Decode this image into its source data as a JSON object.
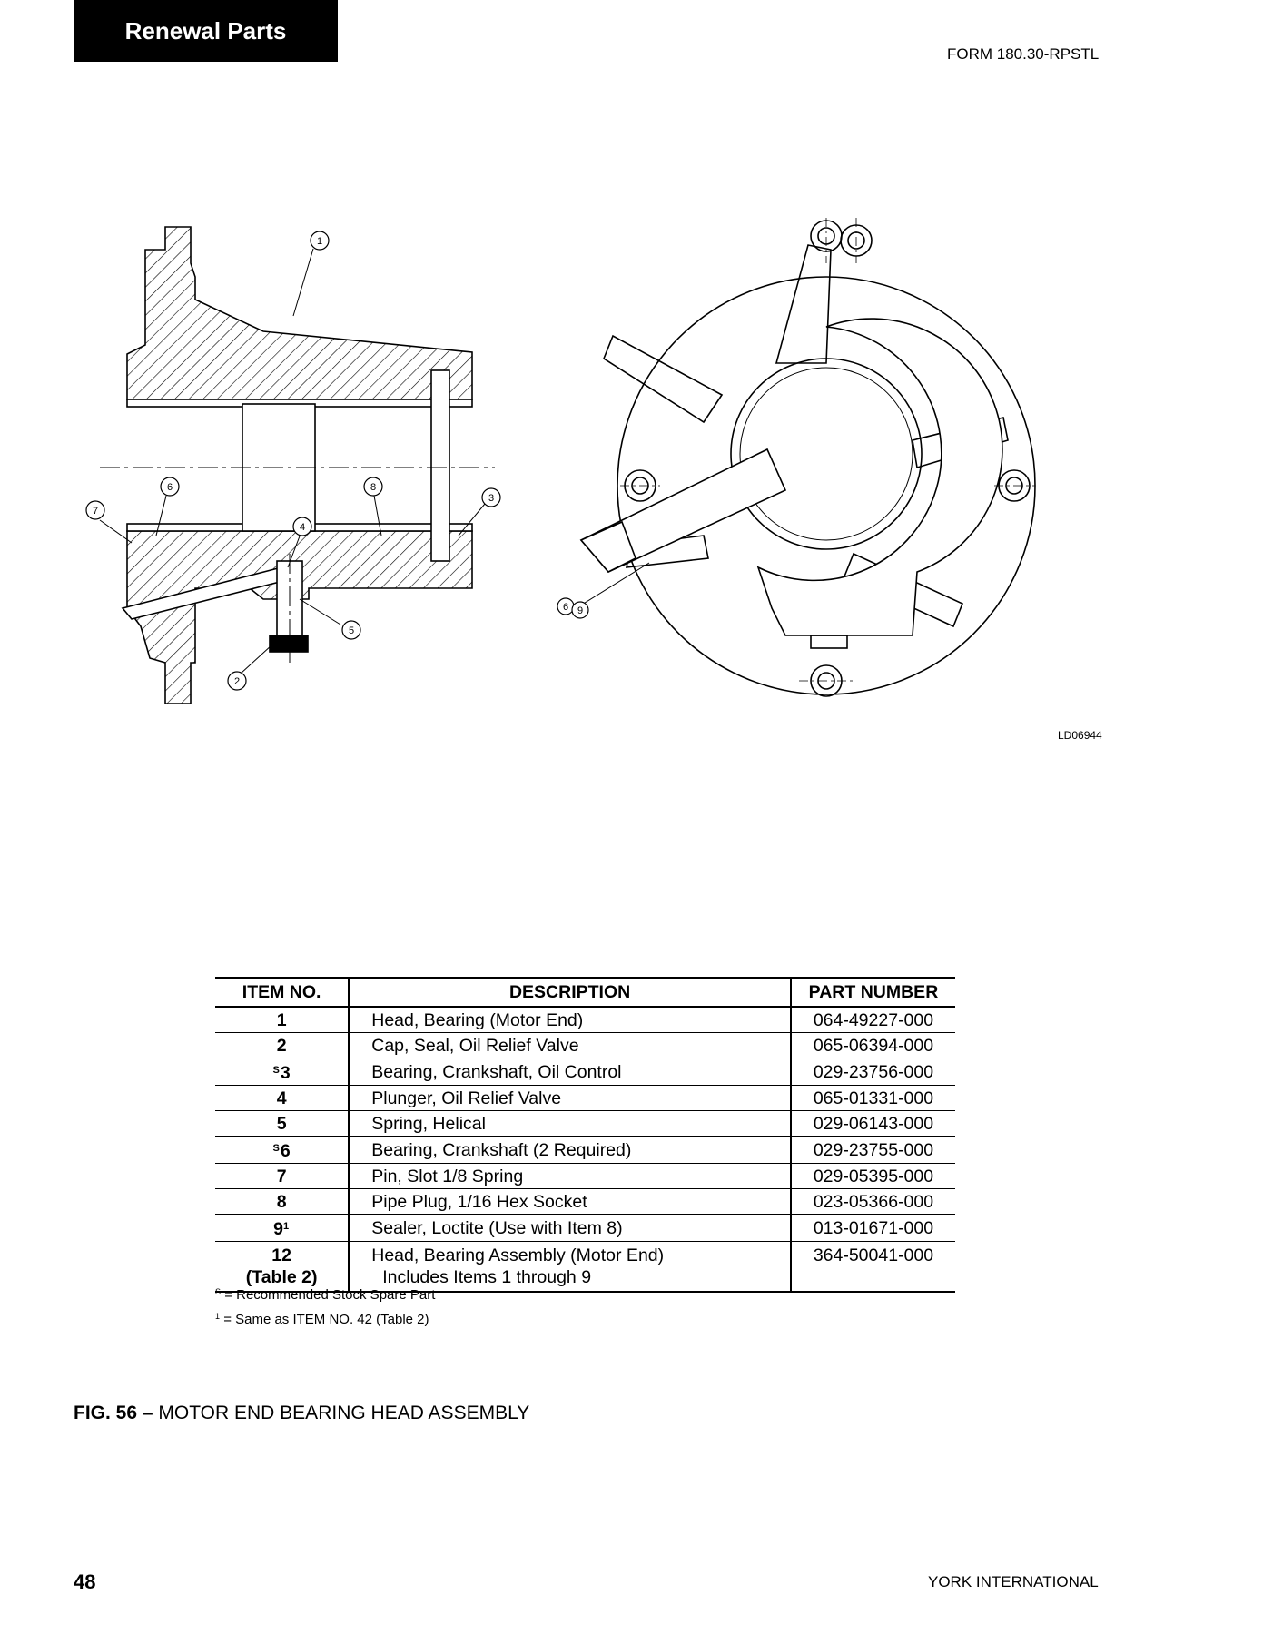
{
  "header": {
    "tab_label": "Renewal Parts",
    "form_number": "FORM 180.30-RPSTL"
  },
  "figure": {
    "drawing_code": "LD06944",
    "callouts_left": [
      "1",
      "2",
      "3",
      "4",
      "5",
      "6",
      "7",
      "8"
    ],
    "callouts_right": [
      "6",
      "9"
    ],
    "caption_label": "FIG. 56 –",
    "caption_text": "MOTOR END BEARING HEAD ASSEMBLY"
  },
  "table": {
    "headers": [
      "ITEM NO.",
      "DESCRIPTION",
      "PART NUMBER"
    ],
    "rows": [
      {
        "item": "1",
        "mark": "",
        "description": "Head, Bearing (Motor End)",
        "part": "064-49227-000"
      },
      {
        "item": "2",
        "mark": "",
        "description": "Cap, Seal, Oil Relief Valve",
        "part": "065-06394-000"
      },
      {
        "item": "3",
        "mark": "S",
        "description": "Bearing, Crankshaft, Oil Control",
        "part": "029-23756-000"
      },
      {
        "item": "4",
        "mark": "",
        "description": "Plunger, Oil Relief Valve",
        "part": "065-01331-000"
      },
      {
        "item": "5",
        "mark": "",
        "description": "Spring, Helical",
        "part": "029-06143-000"
      },
      {
        "item": "6",
        "mark": "S",
        "description": "Bearing, Crankshaft (2 Required)",
        "part": "029-23755-000"
      },
      {
        "item": "7",
        "mark": "",
        "description": "Pin, Slot 1/8 Spring",
        "part": "029-05395-000"
      },
      {
        "item": "8",
        "mark": "",
        "description": "Pipe Plug, 1/16 Hex Socket",
        "part": "023-05366-000"
      },
      {
        "item": "9",
        "mark_after": "1",
        "description": "Sealer, Loctite (Use with Item 8)",
        "part": "013-01671-000"
      }
    ],
    "last_row": {
      "item_line1": "12",
      "item_line2": "(Table 2)",
      "desc_line1": "Head, Bearing Assembly (Motor End)",
      "desc_line2": "Includes Items 1 through 9",
      "part": "364-50041-000"
    }
  },
  "footnotes": {
    "note1_mark": "S",
    "note1_text": "= Recommended Stock Spare Part",
    "note2_mark": "1",
    "note2_text": "= Same as ITEM NO. 42 (Table 2)"
  },
  "footer": {
    "page_number": "48",
    "publisher": "YORK INTERNATIONAL"
  }
}
